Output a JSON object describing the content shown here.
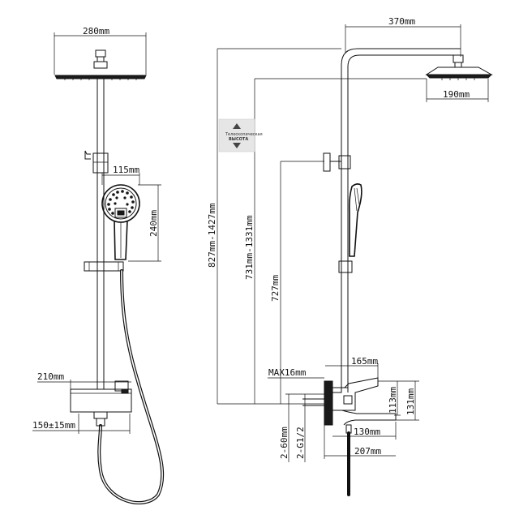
{
  "colors": {
    "line": "#111111",
    "background": "#ffffff",
    "badge": "#e6e6e6"
  },
  "dimensions": {
    "head_width_front": "280mm",
    "arm_reach": "370mm",
    "head_width_side": "190mm",
    "handshower_width": "115mm",
    "handshower_length": "240mm",
    "total_height_range": "827mm-1427mm",
    "head_height_range": "731mm-1331mm",
    "holder_height": "727mm",
    "mixer_width": "210mm",
    "inlet_spacing": "150±15mm",
    "spout_length": "165mm",
    "max_wall": "MAX16mm",
    "mixer_height": "113mm",
    "mixer_height_total": "131mm",
    "spout_projection": "130mm",
    "mixer_depth": "207mm",
    "fixing_count": "2-60mm",
    "inlet_thread": "2-G1/2"
  },
  "badge": {
    "label_line1": "Телескопическая",
    "label_line2": "ВЫСОТА",
    "icon": "up-down-arrows-icon"
  }
}
